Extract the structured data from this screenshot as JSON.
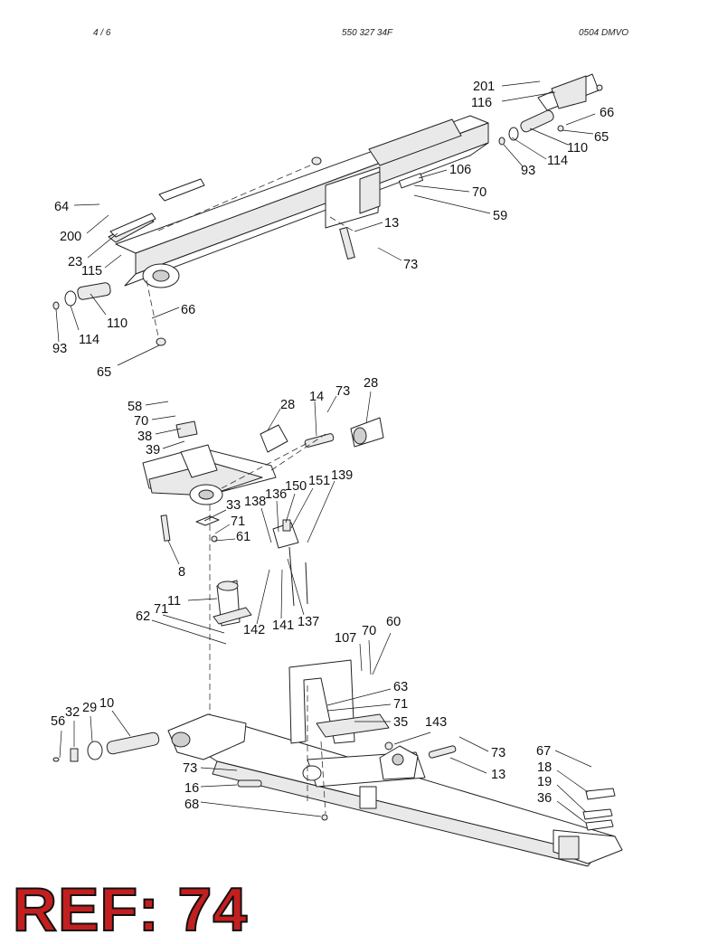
{
  "header": {
    "page": "4 / 6",
    "document_number": "550 327 34F",
    "revision": "0504 DMVO"
  },
  "callouts": {
    "upper_assembly": [
      "201",
      "116",
      "66",
      "65",
      "110",
      "114",
      "93",
      "106",
      "70",
      "59",
      "13",
      "73",
      "64",
      "200",
      "23",
      "115",
      "110",
      "114",
      "93",
      "66",
      "65"
    ],
    "middle_assembly": [
      "58",
      "70",
      "38",
      "39",
      "28",
      "14",
      "73",
      "28",
      "8",
      "33",
      "71",
      "61",
      "138",
      "136",
      "150",
      "151",
      "139",
      "142",
      "141",
      "137",
      "11",
      "62",
      "71"
    ],
    "lower_assembly": [
      "107",
      "70",
      "60",
      "63",
      "71",
      "35",
      "143",
      "73",
      "13",
      "56",
      "32",
      "29",
      "10",
      "73",
      "16",
      "68",
      "67",
      "18",
      "19",
      "36"
    ]
  },
  "ref_label": "REF: 74"
}
